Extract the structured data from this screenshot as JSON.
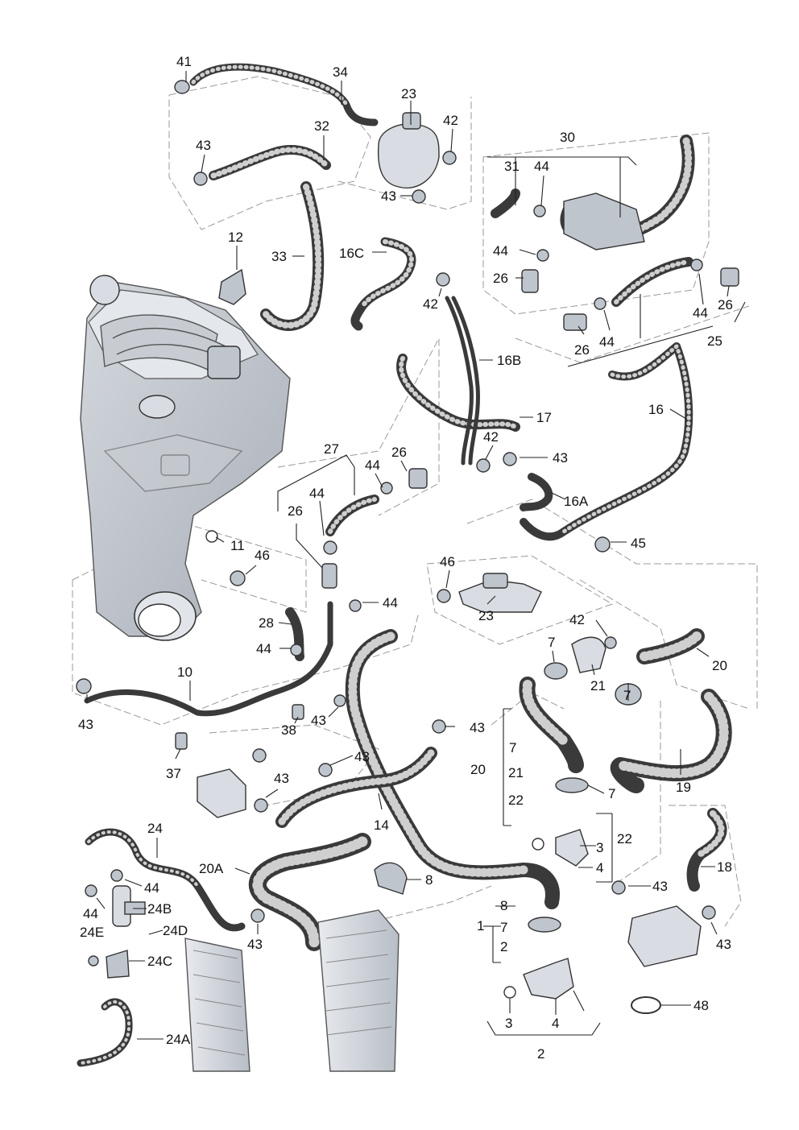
{
  "diagram": {
    "callouts": [
      {
        "id": "c41",
        "text": "41"
      },
      {
        "id": "c34",
        "text": "34"
      },
      {
        "id": "c23a",
        "text": "23"
      },
      {
        "id": "c42a",
        "text": "42"
      },
      {
        "id": "c32",
        "text": "32"
      },
      {
        "id": "c43a",
        "text": "43"
      },
      {
        "id": "c43b",
        "text": "43"
      },
      {
        "id": "c30",
        "text": "30"
      },
      {
        "id": "c31",
        "text": "31"
      },
      {
        "id": "c44a",
        "text": "44"
      },
      {
        "id": "c12",
        "text": "12"
      },
      {
        "id": "c33",
        "text": "33"
      },
      {
        "id": "c16c",
        "text": "16C"
      },
      {
        "id": "c44b",
        "text": "44"
      },
      {
        "id": "c26a",
        "text": "26"
      },
      {
        "id": "c42b",
        "text": "42"
      },
      {
        "id": "c44c",
        "text": "44"
      },
      {
        "id": "c26b",
        "text": "26"
      },
      {
        "id": "c26c",
        "text": "26"
      },
      {
        "id": "c44d",
        "text": "44"
      },
      {
        "id": "c25",
        "text": "25"
      },
      {
        "id": "c16b",
        "text": "16B"
      },
      {
        "id": "c16",
        "text": "16"
      },
      {
        "id": "c17",
        "text": "17"
      },
      {
        "id": "c27",
        "text": "27"
      },
      {
        "id": "c44e",
        "text": "44"
      },
      {
        "id": "c26d",
        "text": "26"
      },
      {
        "id": "c42c",
        "text": "42"
      },
      {
        "id": "c43c",
        "text": "43"
      },
      {
        "id": "c44f",
        "text": "44"
      },
      {
        "id": "c26e",
        "text": "26"
      },
      {
        "id": "c16a",
        "text": "16A"
      },
      {
        "id": "c11",
        "text": "11"
      },
      {
        "id": "c46a",
        "text": "46"
      },
      {
        "id": "c45",
        "text": "45"
      },
      {
        "id": "c46b",
        "text": "46"
      },
      {
        "id": "c44g",
        "text": "44"
      },
      {
        "id": "c23b",
        "text": "23"
      },
      {
        "id": "c42d",
        "text": "42"
      },
      {
        "id": "c28",
        "text": "28"
      },
      {
        "id": "c44h",
        "text": "44"
      },
      {
        "id": "c7a",
        "text": "7"
      },
      {
        "id": "c20a",
        "text": "20"
      },
      {
        "id": "c21a",
        "text": "21"
      },
      {
        "id": "c7b",
        "text": "7"
      },
      {
        "id": "c10",
        "text": "10"
      },
      {
        "id": "c43d",
        "text": "43"
      },
      {
        "id": "c38",
        "text": "38"
      },
      {
        "id": "c43e",
        "text": "43"
      },
      {
        "id": "c43f",
        "text": "43"
      },
      {
        "id": "c37",
        "text": "37"
      },
      {
        "id": "c43g",
        "text": "43"
      },
      {
        "id": "c43h",
        "text": "43"
      },
      {
        "id": "c7c",
        "text": "7"
      },
      {
        "id": "c20b",
        "text": "20"
      },
      {
        "id": "c21b",
        "text": "21"
      },
      {
        "id": "c22a",
        "text": "22"
      },
      {
        "id": "c19",
        "text": "19"
      },
      {
        "id": "c7d",
        "text": "7"
      },
      {
        "id": "c14",
        "text": "14"
      },
      {
        "id": "c22b",
        "text": "22"
      },
      {
        "id": "c3a",
        "text": "3"
      },
      {
        "id": "c24",
        "text": "24"
      },
      {
        "id": "c20aa",
        "text": "20A"
      },
      {
        "id": "c4a",
        "text": "4"
      },
      {
        "id": "c18",
        "text": "18"
      },
      {
        "id": "c8a",
        "text": "8"
      },
      {
        "id": "c44i",
        "text": "44"
      },
      {
        "id": "c43i",
        "text": "43"
      },
      {
        "id": "c44j",
        "text": "44"
      },
      {
        "id": "c24b",
        "text": "24B"
      },
      {
        "id": "c8b",
        "text": "8"
      },
      {
        "id": "c1",
        "text": "1"
      },
      {
        "id": "c7e",
        "text": "7"
      },
      {
        "id": "c24e",
        "text": "24E"
      },
      {
        "id": "c24d",
        "text": "24D"
      },
      {
        "id": "c43j",
        "text": "43"
      },
      {
        "id": "c2a",
        "text": "2"
      },
      {
        "id": "c43k",
        "text": "43"
      },
      {
        "id": "c24c",
        "text": "24C"
      },
      {
        "id": "c48",
        "text": "48"
      },
      {
        "id": "c3b",
        "text": "3"
      },
      {
        "id": "c4b",
        "text": "4"
      },
      {
        "id": "c2b",
        "text": "2"
      },
      {
        "id": "c24a",
        "text": "24A"
      }
    ]
  }
}
